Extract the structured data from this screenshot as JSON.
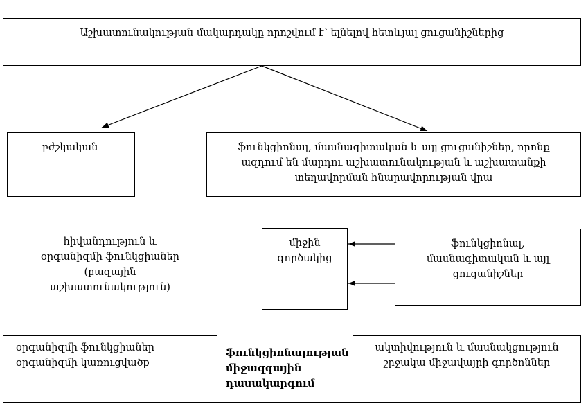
{
  "top_box": "Աշխատունակության մակարդակը որոշվում է՝ ելնելով հետևյալ ցուցանիշներից",
  "medical_box": "բժշկական",
  "functional_box": "ֆունկցիոնալ, մասնագիտական և այլ ցուցանիշներ, որոնք ազդում են մարդու աշխատունակության և աշխատանքի տեղավորման հնարավորության վրա",
  "health_box": "հիվանդություն և օրգանիզմի ֆունկցիաներ (բազային աշխատունակություն)",
  "average_box": "միջին գործակից",
  "functional_small_box": "ֆունկցիոնալ, մասնագիտական և այլ ցուցանիշներ",
  "organism_box": {
    "line1": "օրգանիզմի ֆունկցիաներ",
    "line2": "օրգանիզմի կառուցվածք"
  },
  "classification_box": "ֆունկցիոնալության միջազգային դասակարգում",
  "activity_box": "ակտիվություն և մասնակցություն շրջակա միջավայրի գործոններ",
  "colors": {
    "stroke": "#000000",
    "background": "#ffffff"
  }
}
